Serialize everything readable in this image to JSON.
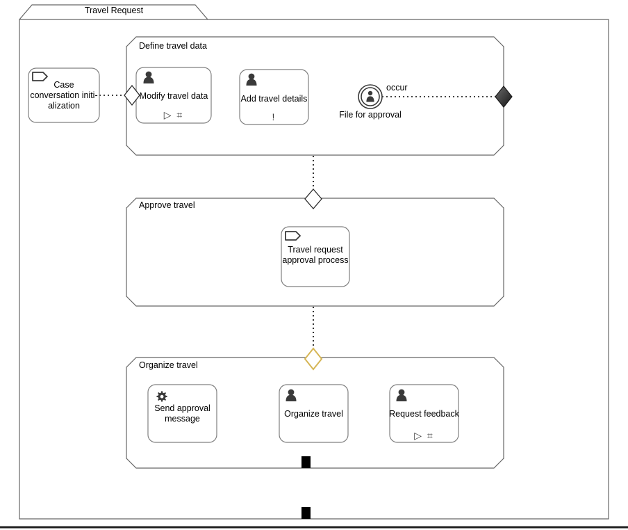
{
  "diagram": {
    "type": "cmmn-case-plan-model",
    "title": "Travel Request",
    "background": "#ffffff",
    "stroke": "#666666",
    "task_stroke": "#808080",
    "text_color": "#000000",
    "accent_orange": "#d6b656",
    "exit_fill": "#404040"
  },
  "case": {
    "title": "Travel Request"
  },
  "stages": [
    {
      "id": "define",
      "title": "Define travel data"
    },
    {
      "id": "approve",
      "title": "Approve travel"
    },
    {
      "id": "organize",
      "title": "Organize travel"
    }
  ],
  "tasks": [
    {
      "id": "case-conversation",
      "label": "Case\nconversation initi-\nalization",
      "icon": "process-task-icon",
      "markers": ""
    },
    {
      "id": "modify-travel-data",
      "label": "Modify travel data",
      "icon": "human-task-icon",
      "markers": "▷ ⌗"
    },
    {
      "id": "add-travel-details",
      "label": "Add travel details",
      "icon": "human-task-icon",
      "markers": "!"
    },
    {
      "id": "travel-request-approval-process",
      "label": "Travel request\napproval process",
      "icon": "process-task-icon",
      "markers": ""
    },
    {
      "id": "send-approval-message",
      "label": "Send approval\nmessage",
      "icon": "gear-icon",
      "markers": ""
    },
    {
      "id": "organize-travel-task",
      "label": "Organize travel",
      "icon": "human-task-icon",
      "markers": ""
    },
    {
      "id": "request-feedback",
      "label": "Request feedback",
      "icon": "human-task-icon",
      "markers": "▷ ⌗"
    }
  ],
  "events": [
    {
      "id": "file-for-approval",
      "label": "File for approval",
      "icon": "user-event-listener-icon",
      "connection_label": "occur"
    }
  ],
  "sentries": [
    {
      "id": "entry-modify-travel-data",
      "kind": "entry-criterion",
      "color": "#ffffff"
    },
    {
      "id": "exit-define-stage",
      "kind": "exit-criterion",
      "color": "#404040"
    },
    {
      "id": "entry-approve-travel",
      "kind": "entry-criterion",
      "color": "#ffffff"
    },
    {
      "id": "entry-organize-travel",
      "kind": "entry-criterion",
      "color": "#d6b656"
    }
  ],
  "terminators": [
    {
      "id": "organize-stage-exit-marker",
      "kind": "black-square"
    },
    {
      "id": "case-plan-exit-marker",
      "kind": "black-square"
    }
  ]
}
